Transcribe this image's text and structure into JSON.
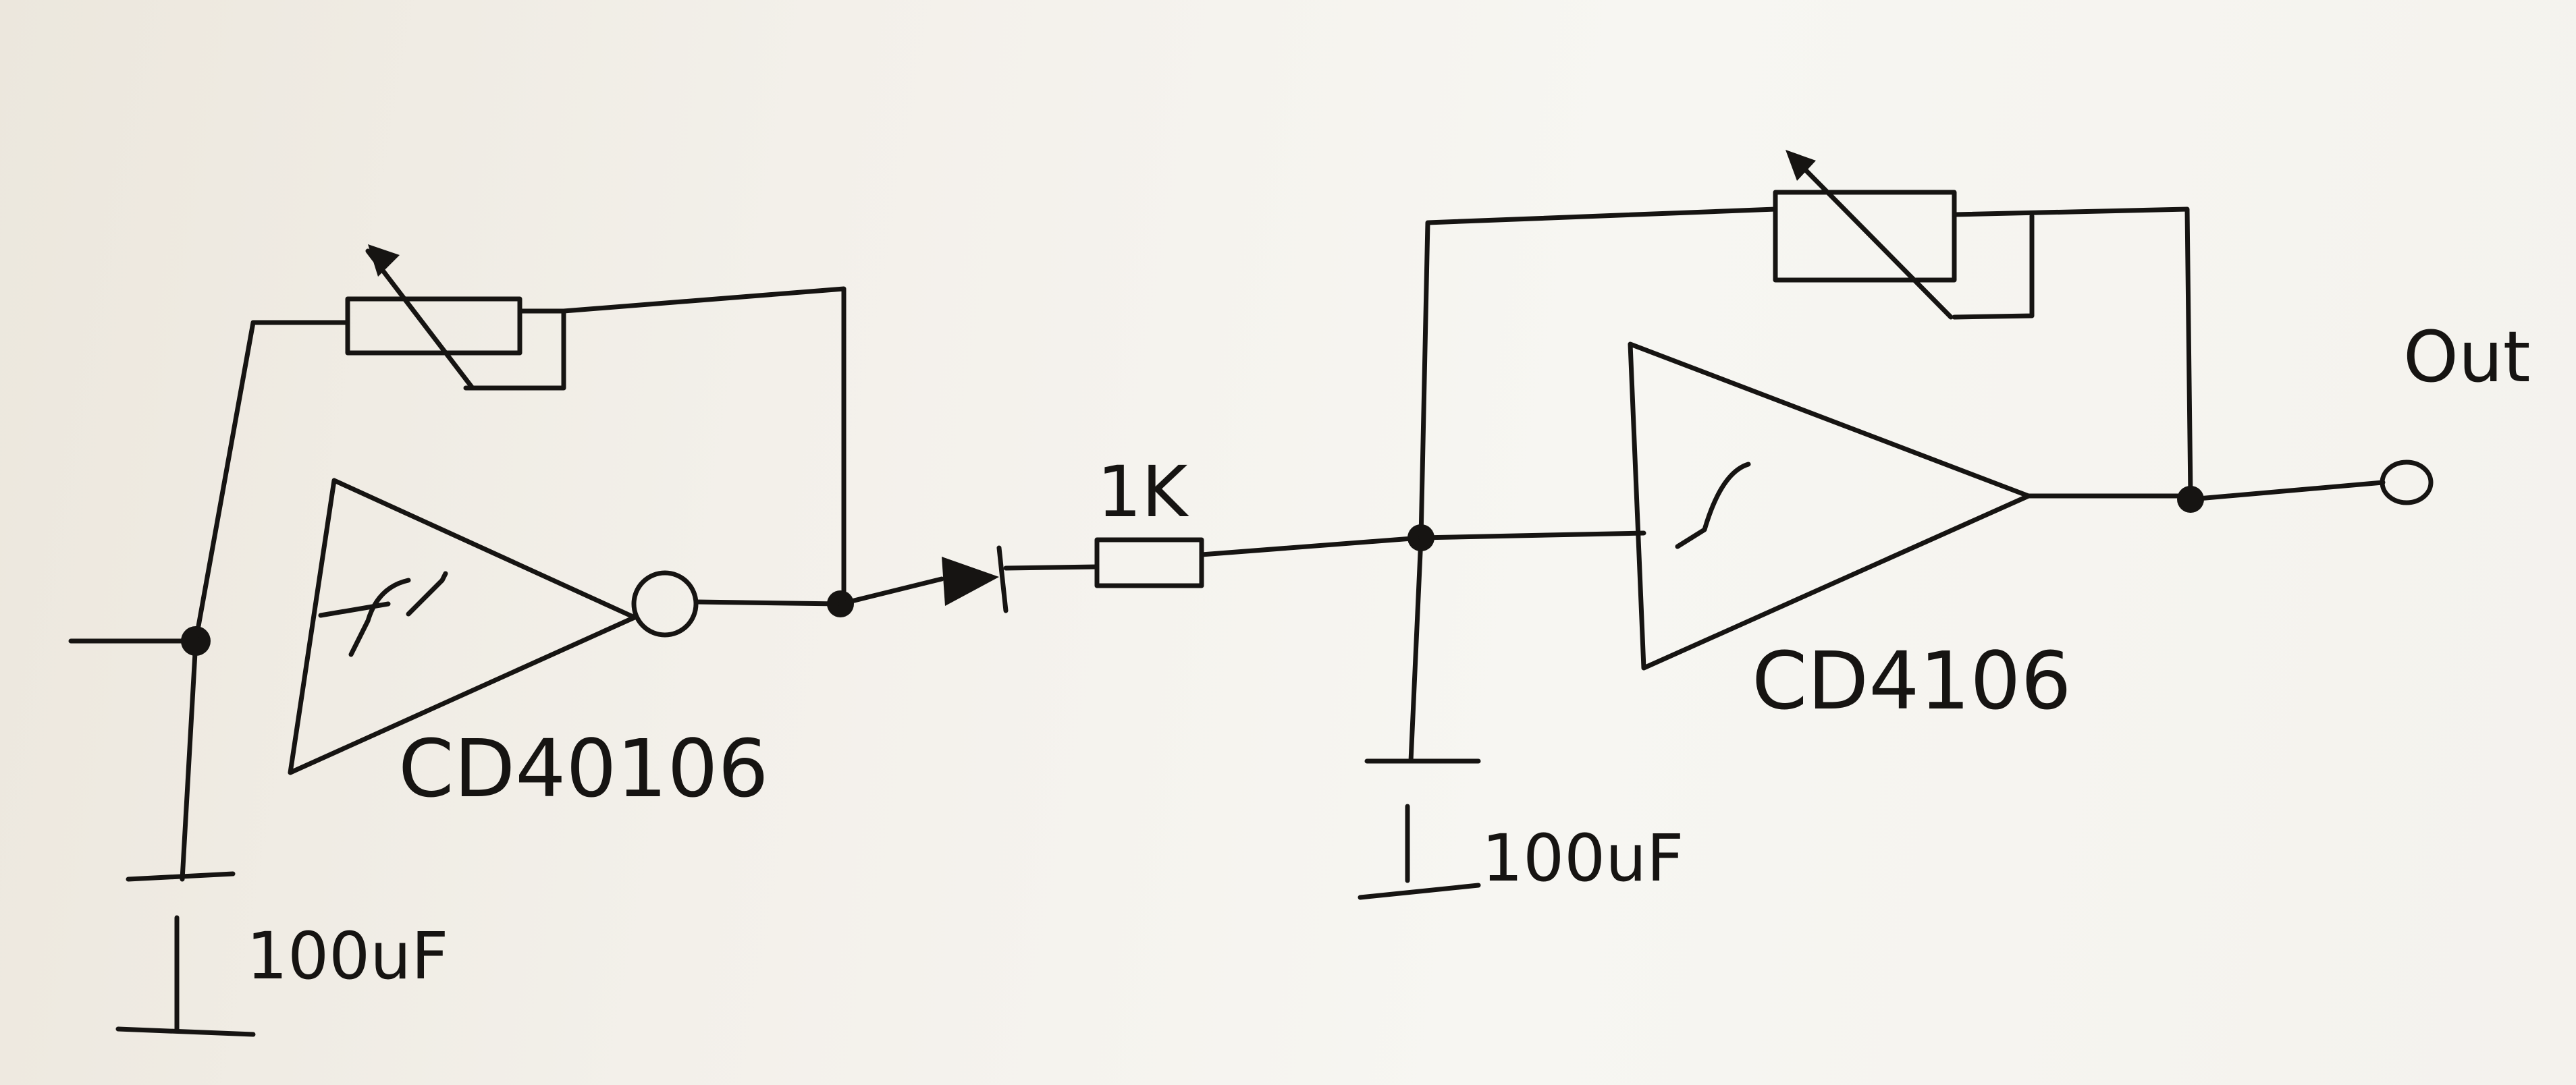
{
  "diagram": {
    "kind": "hand-drawn circuit schematic",
    "ink_color": "#161412",
    "paper_color": "#f4f2ed",
    "labels": {
      "chip_1": "CD40106",
      "chip_2": "CD4106",
      "resistor": "1K",
      "cap_1": "100uF",
      "cap_2": "100uF",
      "output": "Out"
    },
    "components": [
      {
        "id": "U1",
        "type": "schmitt-trigger-inverter",
        "icon": "schmitt-inverter-icon"
      },
      {
        "id": "RV1",
        "type": "potentiometer",
        "icon": "potentiometer-icon"
      },
      {
        "id": "C1",
        "type": "capacitor",
        "icon": "capacitor-icon"
      },
      {
        "id": "D1",
        "type": "diode",
        "icon": "diode-icon"
      },
      {
        "id": "R1",
        "type": "resistor",
        "icon": "resistor-icon"
      },
      {
        "id": "C2",
        "type": "capacitor",
        "icon": "capacitor-icon"
      },
      {
        "id": "U2",
        "type": "schmitt-trigger-buffer",
        "icon": "schmitt-buffer-icon"
      },
      {
        "id": "RV2",
        "type": "potentiometer",
        "icon": "potentiometer-icon"
      },
      {
        "id": "OUT",
        "type": "output-terminal",
        "icon": "terminal-icon"
      }
    ]
  }
}
